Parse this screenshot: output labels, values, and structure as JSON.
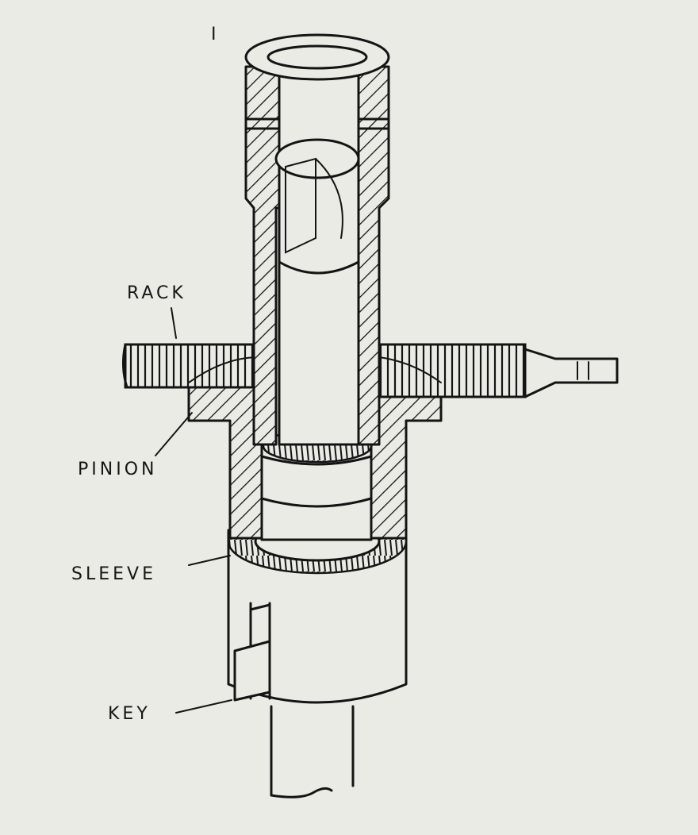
{
  "figure": {
    "page_mark": "I",
    "labels": {
      "rack": "RACK",
      "pinion": "PINION",
      "sleeve": "SLEEVE",
      "key": "KEY"
    }
  },
  "colors": {
    "paper": "#ebebe6",
    "ink": "#141414"
  }
}
